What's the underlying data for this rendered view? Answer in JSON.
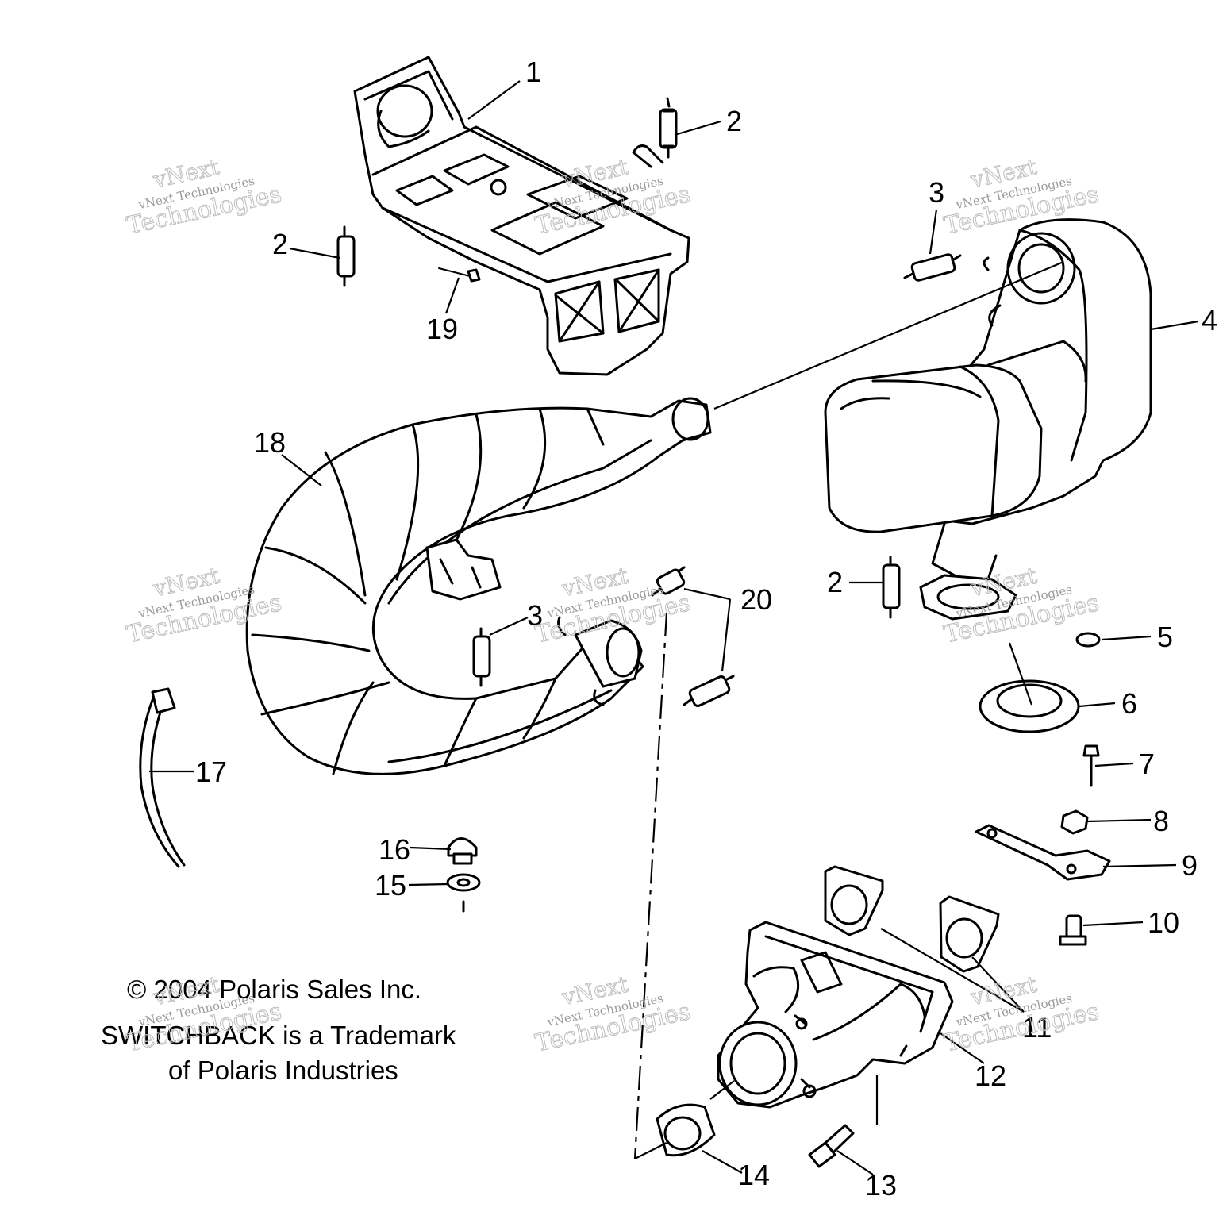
{
  "callouts": {
    "c1": "1",
    "c2a": "2",
    "c2b": "2",
    "c2c": "2",
    "c3a": "3",
    "c3b": "3",
    "c4": "4",
    "c5": "5",
    "c6": "6",
    "c7": "7",
    "c8": "8",
    "c9": "9",
    "c10": "10",
    "c11": "11",
    "c12": "12",
    "c13": "13",
    "c14": "14",
    "c15": "15",
    "c16": "16",
    "c17": "17",
    "c18": "18",
    "c19": "19",
    "c20": "20"
  },
  "copyright": {
    "line1": "© 2004 Polaris Sales Inc.",
    "line2": "SWITCHBACK is a Trademark",
    "line3": "of Polaris Industries"
  },
  "watermark": {
    "brand": "vNext",
    "name": "Technologies",
    "full": "vNext Technologies"
  }
}
